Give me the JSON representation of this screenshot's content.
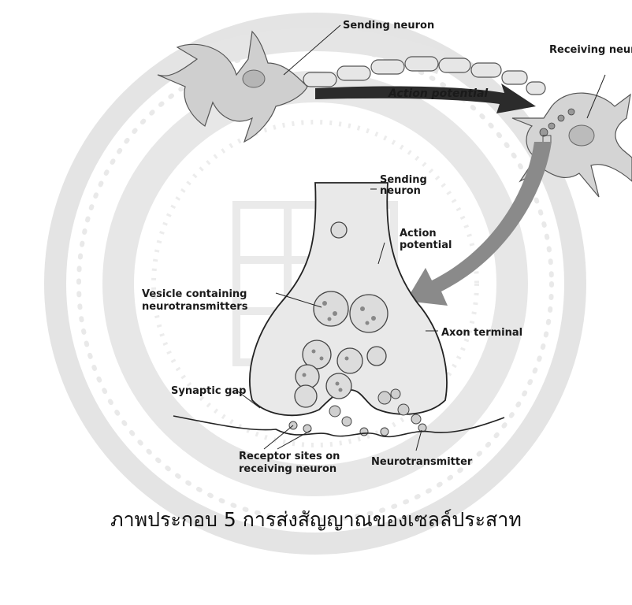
{
  "diagram": {
    "labels": {
      "sending_neuron_top": "Sending neuron",
      "receiving_neuron": "Receiving neuror",
      "action_potential_top": "Action potential",
      "sending_neuron_zoom_1": "Sending",
      "sending_neuron_zoom_2": "neuron",
      "action_potential_zoom_1": "Action",
      "action_potential_zoom_2": "potential",
      "vesicle_1": "Vesicle containing",
      "vesicle_2": "neurotransmitters",
      "axon_terminal": "Axon terminal",
      "synaptic_gap": "Synaptic gap",
      "receptor_sites_1": "Receptor sites on",
      "receptor_sites_2": "receiving neuron",
      "neurotransmitter": "Neurotransmitter"
    }
  },
  "caption": "ภาพประกอบ 5 การส่งสัญญาณของเซลล์ประสาท",
  "colors": {
    "arrow_dark": "#2b2b2b",
    "arrow_gray": "#8a8a8a",
    "watermark": "#c9c9c9",
    "neuron_fill": "#d6d6d6",
    "vesicle_fill": "#e2e2e2"
  }
}
